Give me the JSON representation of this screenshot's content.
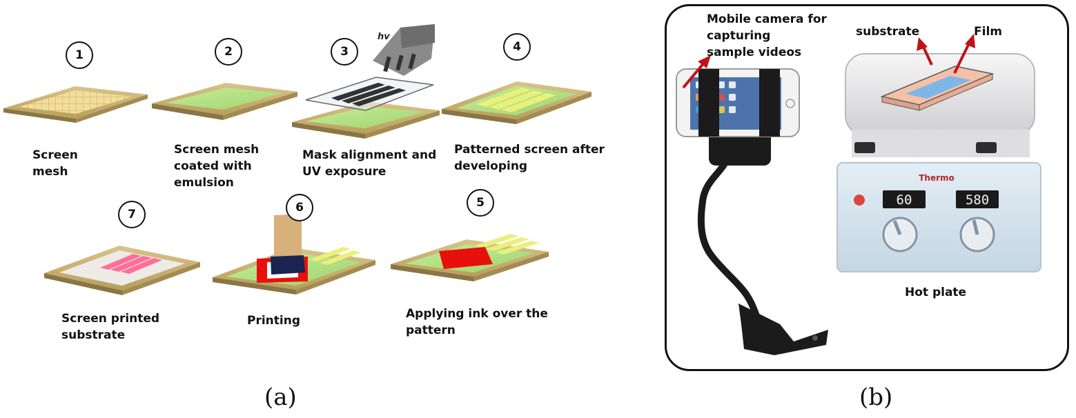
{
  "panel_a": {
    "caption": "(a)",
    "steps": [
      {
        "number": "1",
        "label": "Screen\nmesh"
      },
      {
        "number": "2",
        "label": "Screen mesh\ncoated with\nemulsion"
      },
      {
        "number": "3",
        "label": "Mask alignment and\nUV exposure"
      },
      {
        "number": "4",
        "label": "Patterned screen after\ndeveloping"
      },
      {
        "number": "5",
        "label": "Applying ink over the\npattern"
      },
      {
        "number": "6",
        "label": "Printing"
      },
      {
        "number": "7",
        "label": "Screen printed\nsubstrate"
      }
    ],
    "mask_symbol": "hv"
  },
  "panel_b": {
    "caption": "(b)",
    "camera_label": "Mobile camera for\ncapturing\nsample videos",
    "substrate_label": "substrate",
    "film_label": "Film",
    "hotplate_label": "Hot plate",
    "brand": "Thermo",
    "heat_display": "60",
    "stir_display": "580",
    "colors": {
      "arrow": "#c0121a",
      "substrate": "#f4c0a8",
      "film": "#7fb6e8"
    }
  }
}
